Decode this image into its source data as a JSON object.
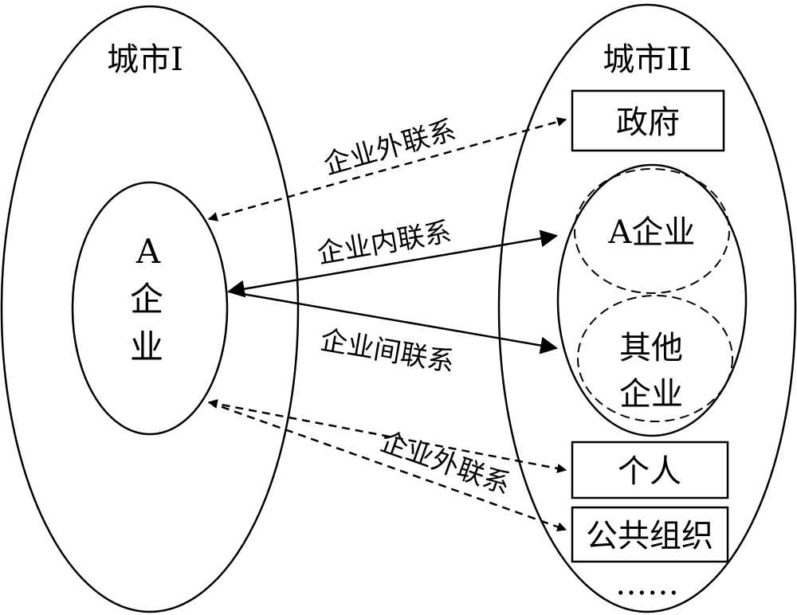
{
  "city_left": {
    "title": "城市I",
    "company": {
      "line1": "A",
      "line2": "企",
      "line3": "业"
    }
  },
  "city_right": {
    "title": "城市II",
    "government": "政府",
    "company_a": "A企业",
    "other_companies": {
      "line1": "其他",
      "line2": "企业"
    },
    "individual": "个人",
    "public_org": "公共组织",
    "ellipsis": "……"
  },
  "links": {
    "external_top": "企业外联系",
    "internal": "企业内联系",
    "inter_company": "企业间联系",
    "external_bottom": "企业外联系"
  }
}
